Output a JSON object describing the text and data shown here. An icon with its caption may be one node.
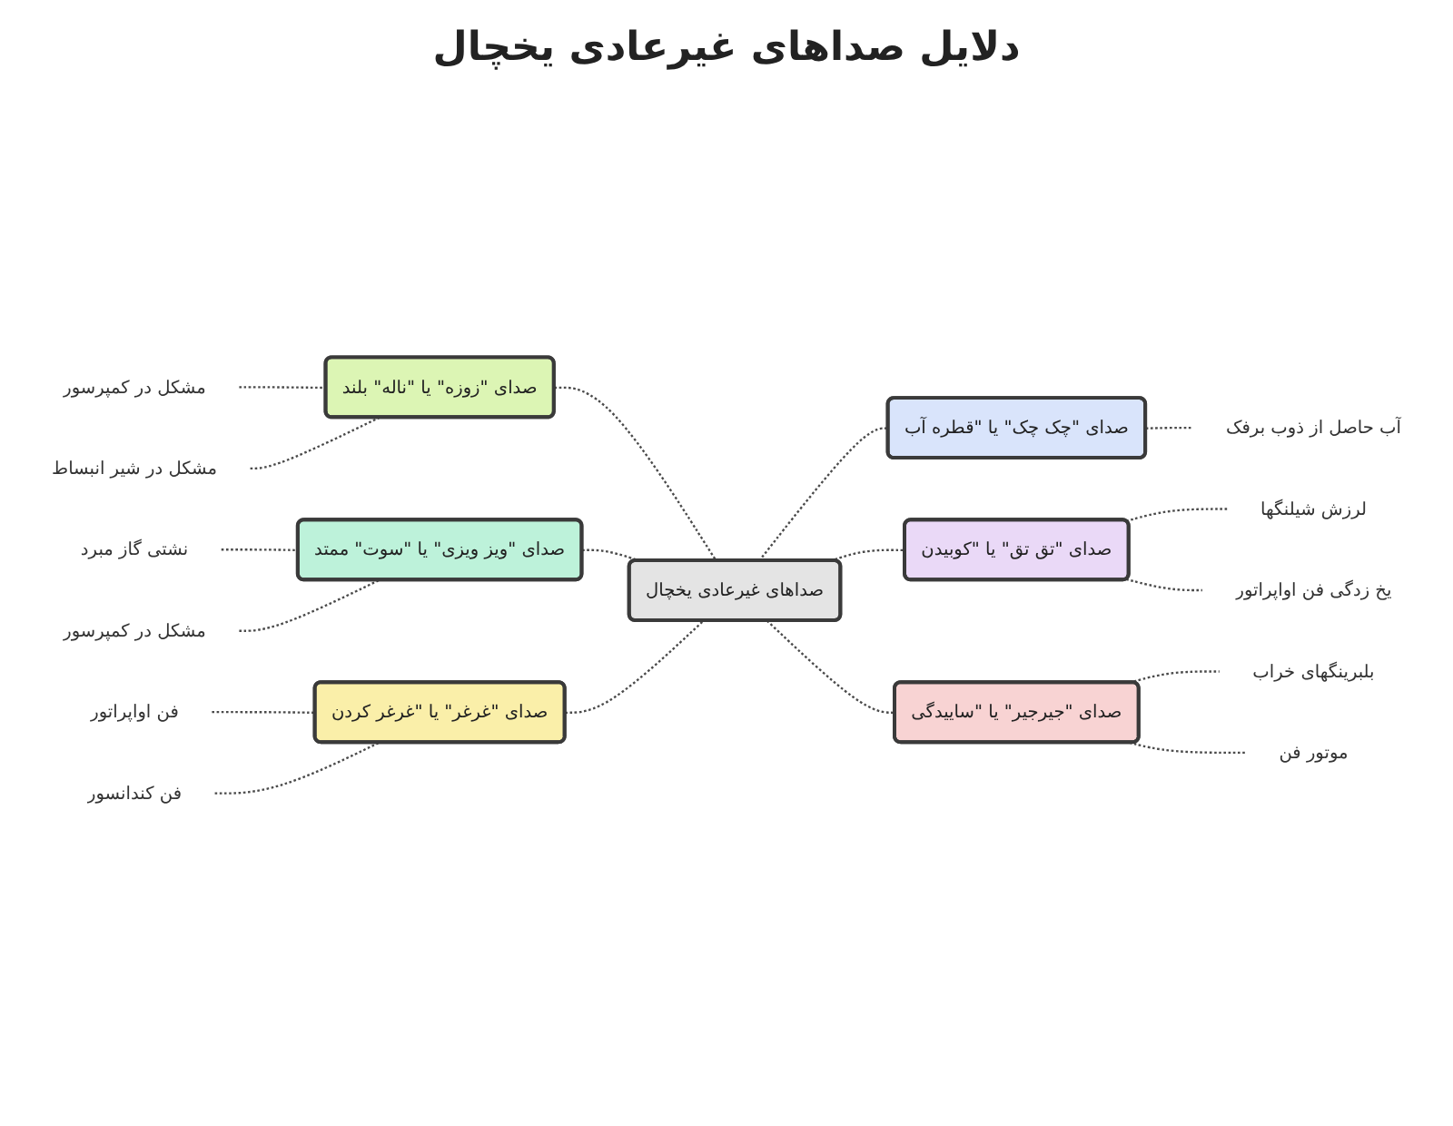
{
  "diagram": {
    "title": "دلایل صداهای غیرعادی یخچال",
    "nodes": [
      {
        "text": [
          "صداهای غیرعادی یخچال"
        ]
      },
      {
        "text": [
          "صدای \"زوزه\" یا \"ناله\" بلند"
        ]
      },
      {
        "text": [
          "مشکل در کمپرسور"
        ]
      },
      {
        "text": [
          "مشکل در شیر انبساط"
        ]
      },
      {
        "text": [
          "صدای \"چک چک\" یا \"قطره آب"
        ]
      },
      {
        "text": [
          "آب حاصل از ذوب برفک"
        ]
      },
      {
        "text": [
          "صدای \"ویز ویزی\" یا \"سوت\" ممتد"
        ]
      },
      {
        "text": [
          "نشتی گاز مبرد"
        ]
      },
      {
        "text": [
          "مشکل در کمپرسور"
        ]
      },
      {
        "text": [
          "صدای \"تق تق\" یا \"کوبیدن"
        ]
      },
      {
        "text": [
          "لرزش شیلنگها"
        ]
      },
      {
        "text": [
          "یخ زدگی فن اواپراتور"
        ]
      },
      {
        "text": [
          "صدای \"غرغر\" یا \"غرغر کردن"
        ]
      },
      {
        "text": [
          "فن اواپراتور"
        ]
      },
      {
        "text": [
          "فن کندانسور"
        ]
      },
      {
        "text": [
          "صدای \"جیرجیر\" یا \"ساییدگی"
        ]
      },
      {
        "text": [
          "بلبرینگهای خراب"
        ]
      },
      {
        "text": [
          "موتور فن"
        ]
      }
    ],
    "edges": [
      {
        "from": 1,
        "to": 0,
        "arrow": "none",
        "style": "dashed"
      },
      {
        "from": 2,
        "to": 1,
        "arrow": "none",
        "style": "dashed"
      },
      {
        "from": 3,
        "to": 1,
        "arrow": "none",
        "style": "dashed"
      },
      {
        "from": 0,
        "to": 4,
        "arrow": "none",
        "style": "dashed"
      },
      {
        "from": 4,
        "to": 5,
        "arrow": "none",
        "style": "dashed"
      },
      {
        "from": 6,
        "to": 0,
        "arrow": "none",
        "style": "dashed"
      },
      {
        "from": 7,
        "to": 6,
        "arrow": "none",
        "style": "dashed"
      },
      {
        "from": 8,
        "to": 6,
        "arrow": "none",
        "style": "dashed"
      },
      {
        "from": 0,
        "to": 9,
        "arrow": "none",
        "style": "dashed"
      },
      {
        "from": 9,
        "to": 10,
        "arrow": "none",
        "style": "dashed"
      },
      {
        "from": 9,
        "to": 11,
        "arrow": "none",
        "style": "dashed"
      },
      {
        "from": 12,
        "to": 0,
        "arrow": "none",
        "style": "dashed"
      },
      {
        "from": 13,
        "to": 12,
        "arrow": "none",
        "style": "dashed"
      },
      {
        "from": 14,
        "to": 12,
        "arrow": "none",
        "style": "dashed"
      },
      {
        "from": 0,
        "to": 15,
        "arrow": "none",
        "style": "dashed"
      },
      {
        "from": 15,
        "to": 16,
        "arrow": "none",
        "style": "dashed"
      },
      {
        "from": 15,
        "to": 17,
        "arrow": "none",
        "style": "dashed"
      }
    ]
  }
}
